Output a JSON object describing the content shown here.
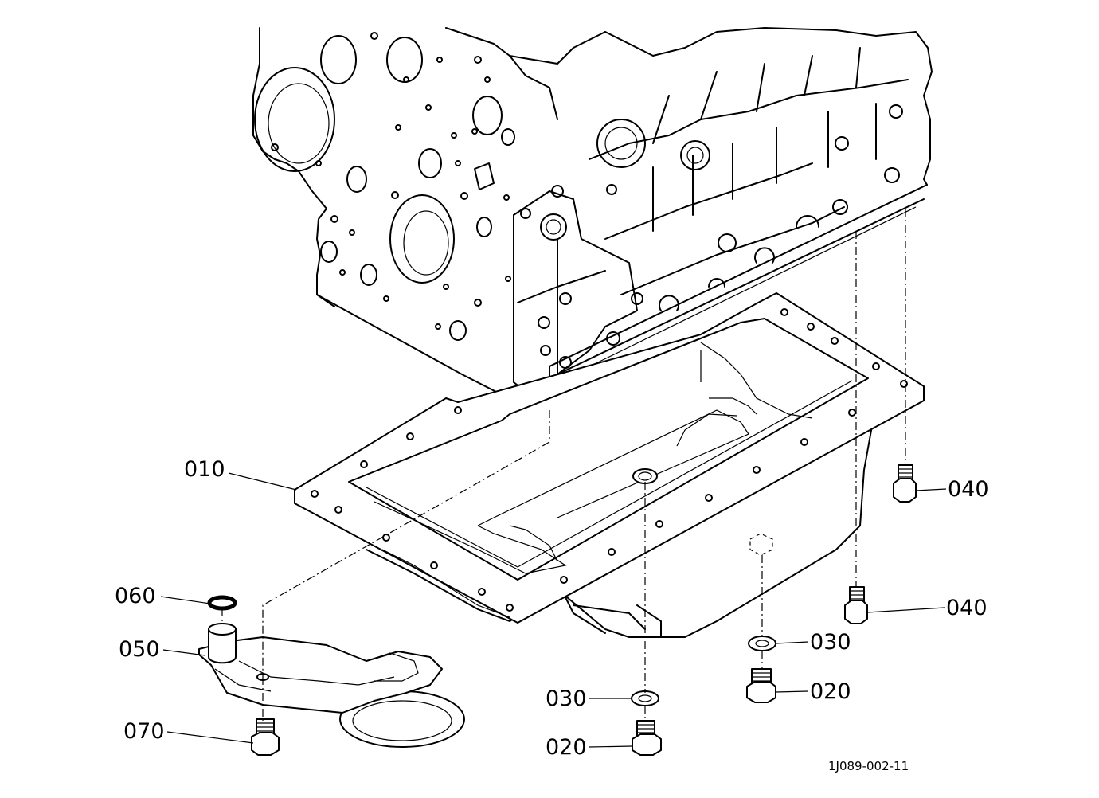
{
  "callouts": {
    "c010": "010",
    "c060": "060",
    "c050": "050",
    "c070": "070",
    "c030a": "030",
    "c020a": "020",
    "c030b": "030",
    "c020b": "020",
    "c040a": "040",
    "c040b": "040"
  },
  "drawing_reference": "1J089-002-11"
}
